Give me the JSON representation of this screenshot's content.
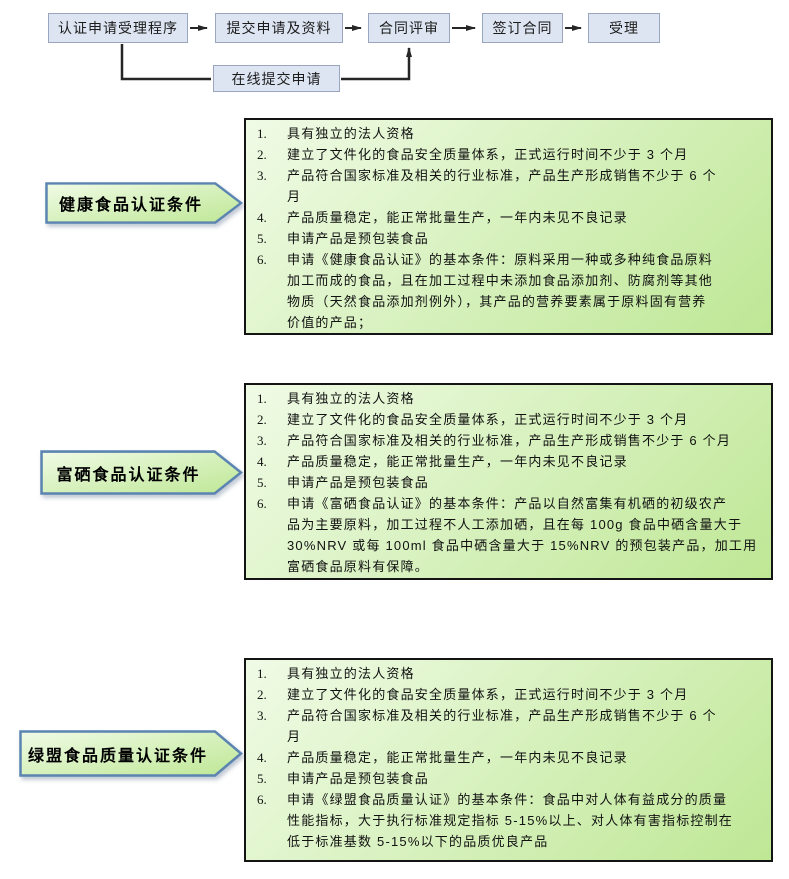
{
  "flowchart": {
    "steps": [
      {
        "label": "认证申请受理程序"
      },
      {
        "label": "提交申请及资料"
      },
      {
        "label": "合同评审"
      },
      {
        "label": "签订合同"
      },
      {
        "label": "受理"
      }
    ],
    "online_step": {
      "label": "在线提交申请"
    }
  },
  "sections": [
    {
      "label": "健康食品认证条件",
      "items": [
        {
          "num": "1.",
          "text": "具有独立的法人资格"
        },
        {
          "num": "2.",
          "text": "建立了文件化的食品安全质量体系，正式运行时间不少于 3 个月"
        },
        {
          "num": "3.",
          "text": "产品符合国家标准及相关的行业标准，产品生产形成销售不少于 6 个\n月"
        },
        {
          "num": "4.",
          "text": "产品质量稳定，能正常批量生产，一年内未见不良记录"
        },
        {
          "num": "5.",
          "text": "申请产品是预包装食品"
        },
        {
          "num": "6.",
          "text": "申请《健康食品认证》的基本条件：原料采用一种或多种纯食品原料\n加工而成的食品，且在加工过程中未添加食品添加剂、防腐剂等其他\n物质（天然食品添加剂例外），其产品的营养要素属于原料固有营养\n价值的产品；"
        }
      ]
    },
    {
      "label": "富硒食品认证条件",
      "items": [
        {
          "num": "1.",
          "text": "具有独立的法人资格"
        },
        {
          "num": "2.",
          "text": "建立了文件化的食品安全质量体系，正式运行时间不少于 3 个月"
        },
        {
          "num": "3.",
          "text": "产品符合国家标准及相关的行业标准，产品生产形成销售不少于 6 个月"
        },
        {
          "num": "4.",
          "text": "产品质量稳定，能正常批量生产，一年内未见不良记录"
        },
        {
          "num": "5.",
          "text": "申请产品是预包装食品"
        },
        {
          "num": "6.",
          "text": "申请《富硒食品认证》的基本条件：产品以自然富集有机硒的初级农产\n品为主要原料，加工过程不人工添加硒，且在每 100g 食品中硒含量大于\n30%NRV 或每 100ml 食品中硒含量大于 15%NRV 的预包装产品，加工用\n富硒食品原料有保障。"
        }
      ]
    },
    {
      "label": "绿盟食品质量认证条件",
      "items": [
        {
          "num": "1.",
          "text": "具有独立的法人资格"
        },
        {
          "num": "2.",
          "text": "建立了文件化的食品安全质量体系，正式运行时间不少于 3 个月"
        },
        {
          "num": "3.",
          "text": "产品符合国家标准及相关的行业标准，产品生产形成销售不少于 6 个\n月"
        },
        {
          "num": "4.",
          "text": "产品质量稳定，能正常批量生产，一年内未见不良记录"
        },
        {
          "num": "5.",
          "text": "申请产品是预包装食品"
        },
        {
          "num": "6.",
          "text": "申请《绿盟食品质量认证》的基本条件：食品中对人体有益成分的质量\n性能指标，大于执行标准规定指标 5-15%以上、对人体有害指标控制在\n低于标准基数 5-15%以下的品质优良产品"
        }
      ]
    }
  ],
  "colors": {
    "flow_box_fill": "#dde4f2",
    "flow_box_border": "#9aa6bf",
    "connector": "#262626",
    "green_box_light": "#f0fbe6",
    "green_box_dark": "#bee795",
    "green_box_border": "#141414",
    "label_border": "#5b84b1"
  }
}
